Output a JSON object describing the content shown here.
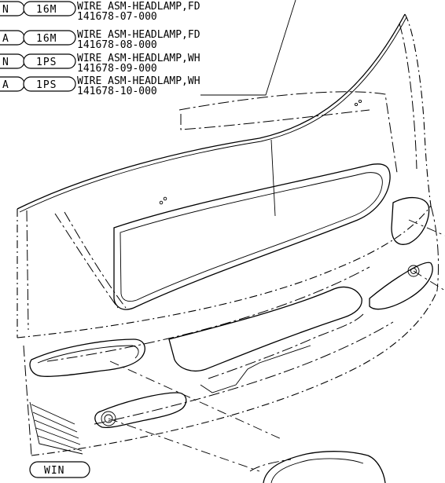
{
  "callouts": [
    {
      "option": "N",
      "code": "16M",
      "description": "WIRE ASM-HEADLAMP,FD",
      "part_number": "141678-07-000"
    },
    {
      "option": "A",
      "code": "16M",
      "description": "WIRE ASM-HEADLAMP,FD",
      "part_number": "141678-08-000"
    },
    {
      "option": "N",
      "code": "1PS",
      "description": "WIRE ASM-HEADLAMP,WH",
      "part_number": "141678-09-000"
    },
    {
      "option": "A",
      "code": "1PS",
      "description": "WIRE ASM-HEADLAMP,WH",
      "part_number": "141678-10-000"
    }
  ],
  "view_tag": "WIN"
}
